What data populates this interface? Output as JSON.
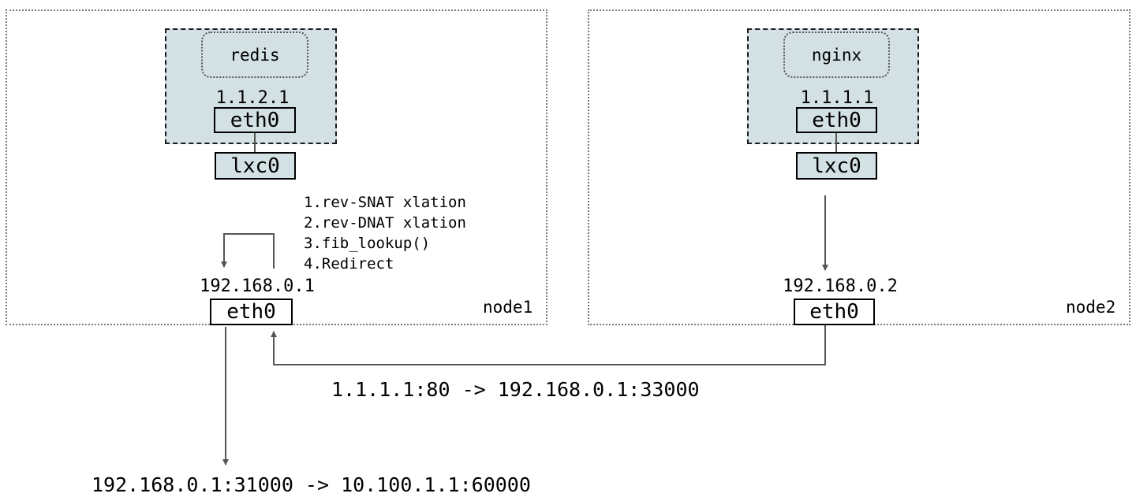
{
  "node1": {
    "label": "node1",
    "app": "redis",
    "container_ip": "1.1.2.1",
    "container_iface": "eth0",
    "host_veth": "lxc0",
    "host_ip": "192.168.0.1",
    "host_iface": "eth0",
    "steps": [
      "1.rev-SNAT xlation",
      "2.rev-DNAT xlation",
      "3.fib_lookup()",
      "4.Redirect"
    ]
  },
  "node2": {
    "label": "node2",
    "app": "nginx",
    "container_ip": "1.1.1.1",
    "container_iface": "eth0",
    "host_veth": "lxc0",
    "host_ip": "192.168.0.2",
    "host_iface": "eth0"
  },
  "flows": {
    "reply": "1.1.1.1:80 -> 192.168.0.1:33000",
    "egress": "192.168.0.1:31000 -> 10.100.1.1:60000"
  },
  "colors": {
    "container_fill": "#d3e0e4",
    "line": "#555555"
  }
}
